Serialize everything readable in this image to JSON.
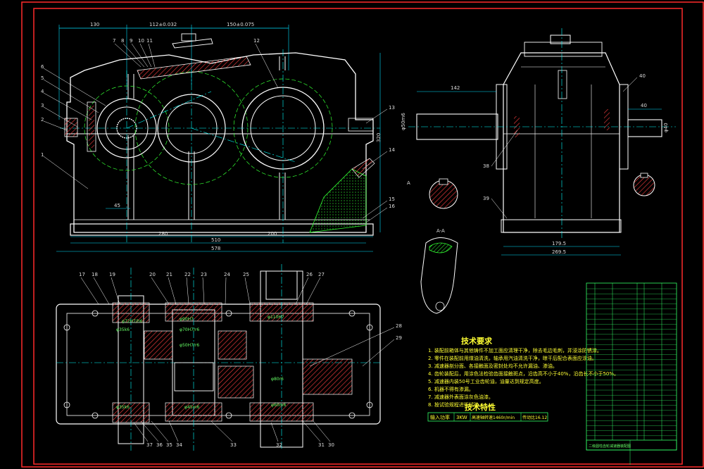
{
  "colors": {
    "background": "#000000",
    "frame": "#ff2a2a",
    "outline": "#ffffff",
    "dim": "#00e0ff",
    "center": "#00ffff",
    "part": "#ffffff",
    "hatch": "#ff4040",
    "green": "#33ff33",
    "yellow": "#ffff33",
    "title_block": "#33ff66"
  },
  "front_view": {
    "dims_top": [
      "130",
      "112±0.032",
      "150±0.075"
    ],
    "dims_bottom": [
      "280",
      "510",
      "578"
    ],
    "dim_side_45": "45",
    "part_numbers_left": [
      "6",
      "5",
      "4",
      "3",
      "2",
      "1"
    ],
    "part_numbers_top": [
      "7",
      "8",
      "9",
      "10",
      "11",
      "12"
    ],
    "part_numbers_right": [
      "13",
      "14",
      "15",
      "16"
    ],
    "height_dim": "320",
    "bottom_dim_200": "200"
  },
  "side_view": {
    "dim_142": "142",
    "dim_40": "40",
    "part_38": "38",
    "part_39": "39",
    "part_40": "40",
    "dims_bottom": [
      "179.5",
      "269.5"
    ],
    "section_a": "A",
    "section_label": "A-A",
    "left_dim": "φ50m6",
    "right_dim": "φ40"
  },
  "top_view": {
    "part_numbers_top": [
      "17",
      "18",
      "19",
      "20",
      "21",
      "22",
      "23",
      "24",
      "25",
      "26",
      "27"
    ],
    "part_numbers_right": [
      "28",
      "29"
    ],
    "part_numbers_bottom": [
      "37",
      "36",
      "35",
      "34",
      "33",
      "32",
      "31",
      "30"
    ],
    "fits": [
      "φ72H7/h6",
      "φ35k6",
      "φ90H7",
      "φ50H7/r6",
      "φ110H7",
      "φ35k6",
      "φ45m6",
      "φ80r6",
      "φ60m6",
      "φ70H7/r6"
    ]
  },
  "tech_requirements": {
    "title": "技术要求",
    "items": [
      "1. 装配前箱体与其他铸件不加工面应清理干净，除去毛边毛刺，并浸涂防锈漆。",
      "2. 零件在装配前用煤油清洗，轴承用汽油清洗干净，晾干后配合表面应涂油。",
      "3. 减速器剖分面、各接触面及密封处均不允许漏油、渗油。",
      "4. 齿轮装配后，用涂色法检验齿面接触斑点，沿齿高不小于40%，沿齿长不小于50%。",
      "5. 减速器内装50号工业齿轮油，油量达到规定高度。",
      "6. 机器不得有渗漏。",
      "7. 减速器外表面涂灰色油漆。",
      "8. 按试验规程进行试验。"
    ]
  },
  "tech_characteristics": {
    "title": "技术特性",
    "headers": [
      "输入功率",
      "3KW",
      "高速轴转速1460r/min",
      "传动比16.12"
    ]
  },
  "title_block": {
    "caption": "二级圆柱齿轮减速器装配图"
  }
}
